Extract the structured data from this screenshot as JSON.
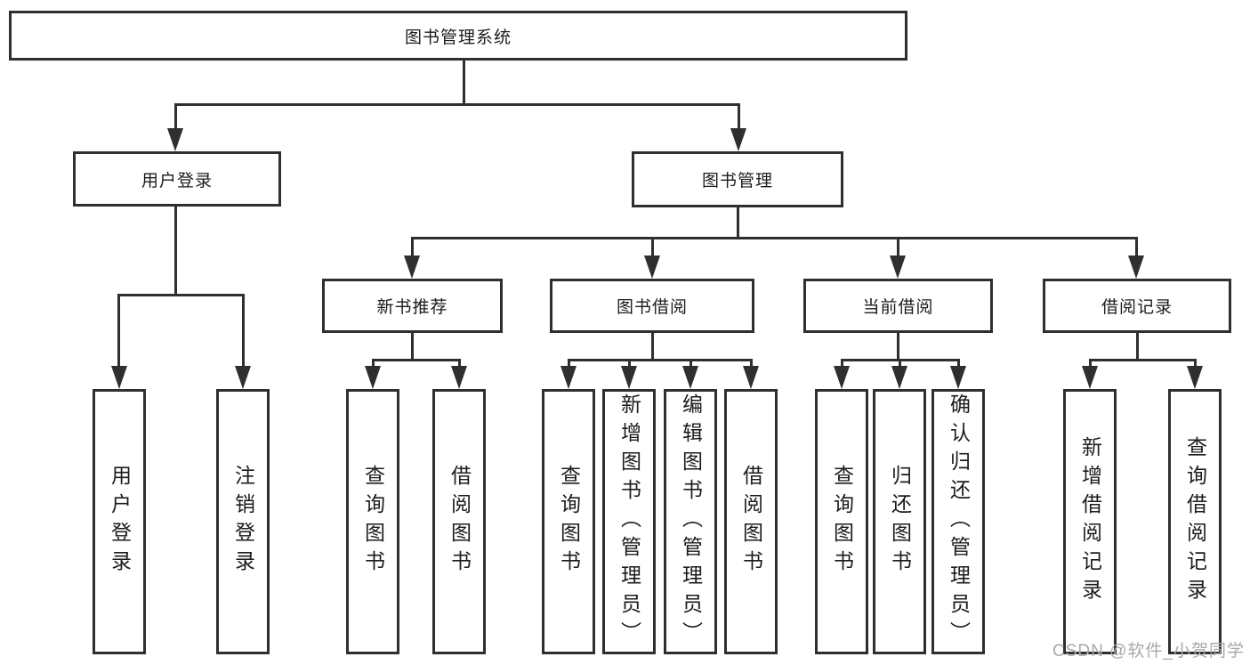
{
  "diagram": {
    "root": {
      "label": "图书管理系统"
    },
    "level2": [
      {
        "label": "用户登录"
      },
      {
        "label": "图书管理"
      }
    ],
    "level3": [
      {
        "label": "新书推荐",
        "parent": "图书管理"
      },
      {
        "label": "图书借阅",
        "parent": "图书管理"
      },
      {
        "label": "当前借阅",
        "parent": "图书管理"
      },
      {
        "label": "借阅记录",
        "parent": "图书管理"
      }
    ],
    "leaves": [
      {
        "label": "用户登录",
        "parent": "用户登录"
      },
      {
        "label": "注销登录",
        "parent": "用户登录"
      },
      {
        "label": "查询图书",
        "parent": "新书推荐"
      },
      {
        "label": "借阅图书",
        "parent": "新书推荐"
      },
      {
        "label": "查询图书",
        "parent": "图书借阅"
      },
      {
        "label": "新增图书（管理员）",
        "parent": "图书借阅"
      },
      {
        "label": "编辑图书（管理员）",
        "parent": "图书借阅"
      },
      {
        "label": "借阅图书",
        "parent": "图书借阅"
      },
      {
        "label": "查询图书",
        "parent": "当前借阅"
      },
      {
        "label": "归还图书",
        "parent": "当前借阅"
      },
      {
        "label": "确认归还（管理员）",
        "parent": "当前借阅"
      },
      {
        "label": "新增借阅记录",
        "parent": "借阅记录"
      },
      {
        "label": "查询借阅记录",
        "parent": "借阅记录"
      }
    ],
    "watermark": "CSDN @软件_小贺同学",
    "colors": {
      "line": "#2f2f2f",
      "text": "#1c1c1c",
      "watermark": "#a8a8a8"
    }
  }
}
